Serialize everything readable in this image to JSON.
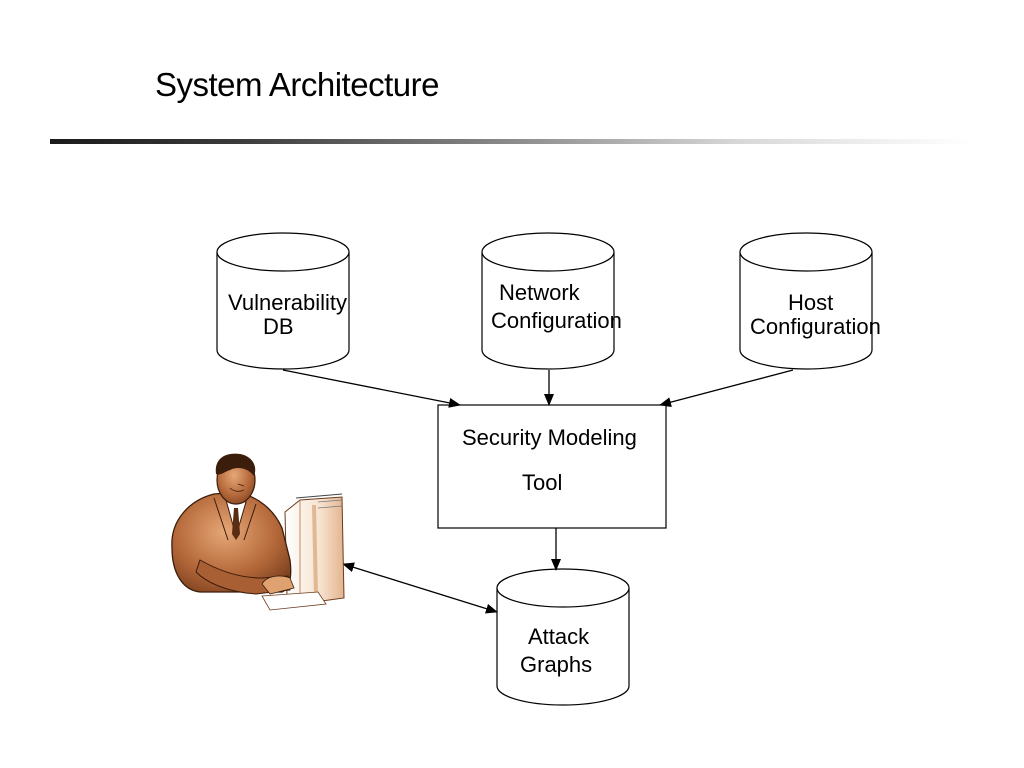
{
  "slide": {
    "title": "System Architecture"
  },
  "nodes": {
    "vulnerability_db": {
      "line1": "Vulnerability",
      "line2": "DB"
    },
    "network_configuration": {
      "line1": "Network",
      "line2": "Configuration"
    },
    "host_configuration": {
      "line1": "Host",
      "line2": "Configuration"
    },
    "security_modeling_tool": {
      "line1": "Security Modeling",
      "line2": "Tool"
    },
    "attack_graphs": {
      "line1": "Attack",
      "line2": "Graphs"
    }
  },
  "clipart": {
    "icon": "person-at-computer-icon"
  },
  "colors": {
    "stroke": "#000000",
    "figure_skin": "#b5693a",
    "figure_shadow": "#7a3f1e"
  }
}
